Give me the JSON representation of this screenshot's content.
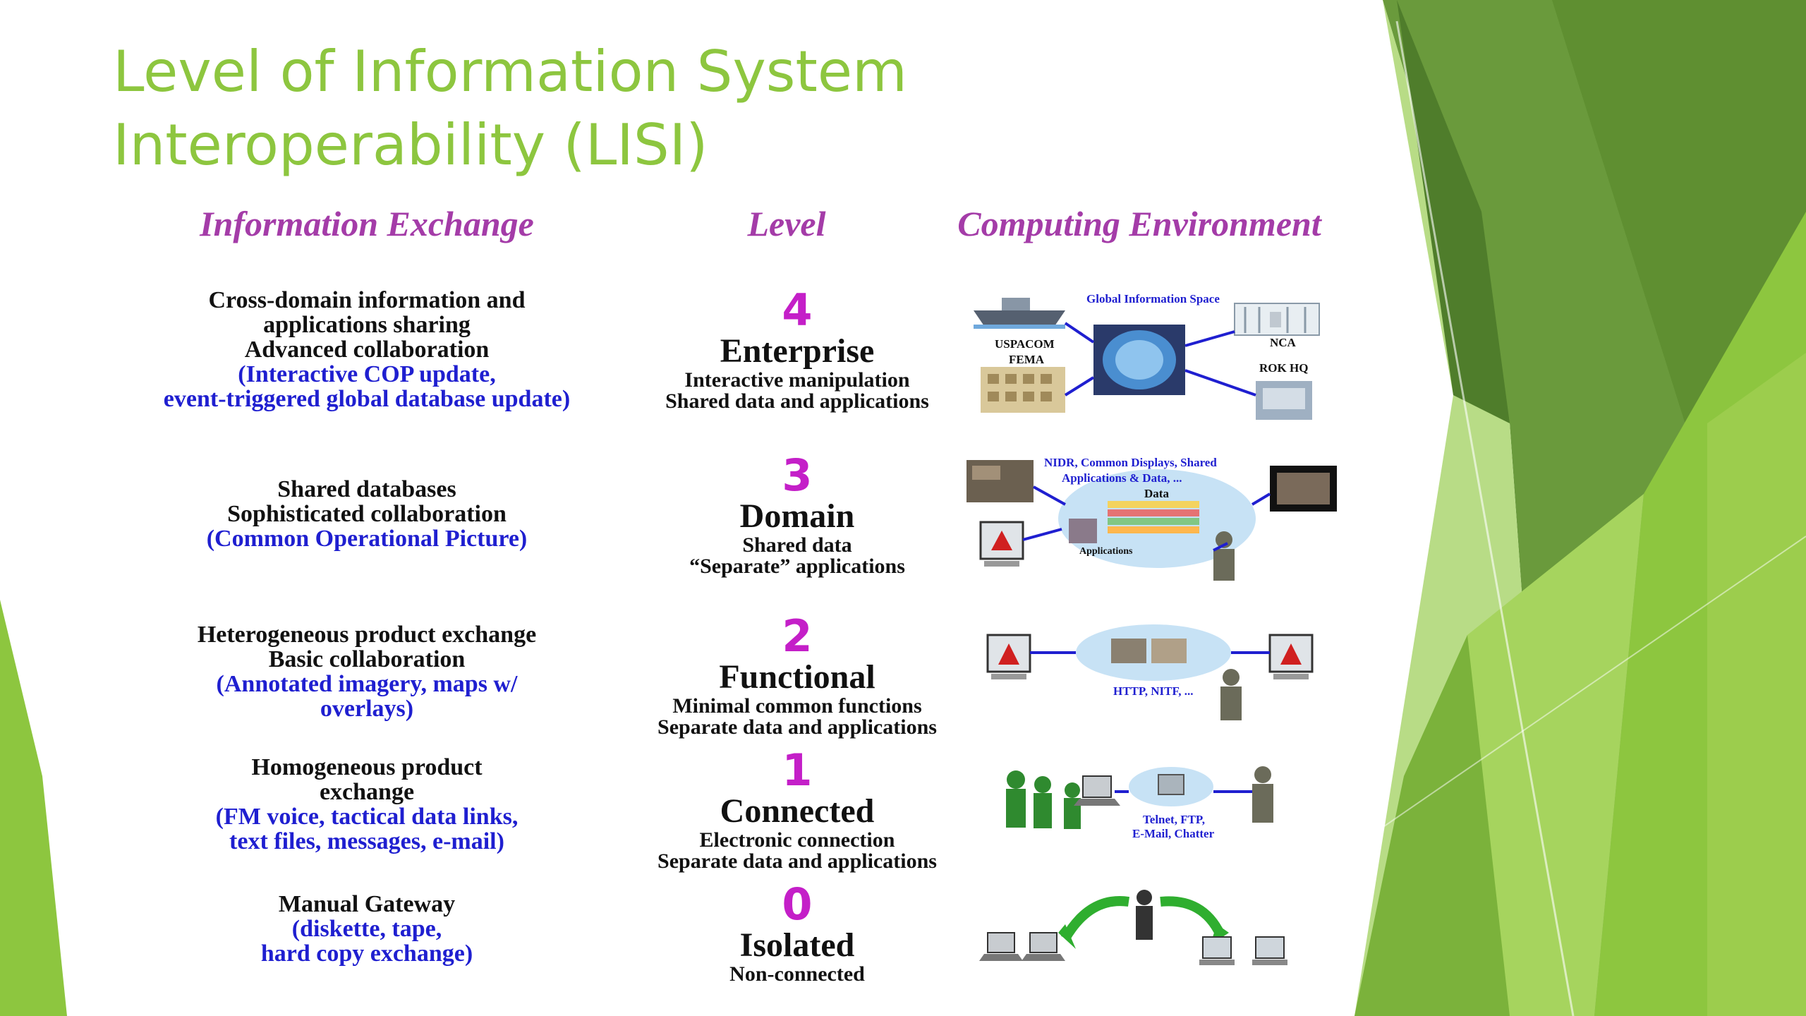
{
  "slide": {
    "title_line1": "Level of Information System",
    "title_line2": "Interoperability (LISI)"
  },
  "headers": {
    "info_exchange": "Information Exchange",
    "level": "Level",
    "computing_env": "Computing Environment"
  },
  "rows": [
    {
      "info_black": [
        "Cross-domain information and",
        "applications sharing",
        "Advanced collaboration"
      ],
      "info_blue": [
        "(Interactive COP update,",
        "event-triggered global database update)"
      ],
      "level_num": "4",
      "level_name": "Enterprise",
      "level_desc": [
        "Interactive manipulation",
        "Shared data and applications"
      ],
      "env_labels": [
        "Global Information Space",
        "USPACOM",
        "FEMA",
        "NCA",
        "ROK HQ"
      ]
    },
    {
      "info_black": [
        "Shared databases",
        "Sophisticated collaboration"
      ],
      "info_blue": [
        "(Common Operational Picture)"
      ],
      "level_num": "3",
      "level_name": "Domain",
      "level_desc": [
        "Shared data",
        "“Separate” applications"
      ],
      "env_labels": [
        "NIDR, Common Displays, Shared",
        "Applications & Data, ...",
        "Data",
        "Applications"
      ]
    },
    {
      "info_black": [
        "Heterogeneous product exchange",
        "Basic collaboration"
      ],
      "info_blue": [
        "(Annotated imagery, maps w/",
        "overlays)"
      ],
      "level_num": "2",
      "level_name": "Functional",
      "level_desc": [
        "Minimal common functions",
        "Separate data and applications"
      ],
      "env_labels": [
        "HTTP, NITF, ..."
      ]
    },
    {
      "info_black": [
        "Homogeneous product",
        "exchange"
      ],
      "info_blue": [
        "(FM voice, tactical data links,",
        "text files, messages, e-mail)"
      ],
      "level_num": "1",
      "level_name": "Connected",
      "level_desc": [
        "Electronic connection",
        "Separate data and applications"
      ],
      "env_labels": [
        "Telnet, FTP,",
        "E-Mail, Chatter"
      ]
    },
    {
      "info_black": [
        "Manual Gateway"
      ],
      "info_blue": [
        "(diskette, tape,",
        "hard copy exchange)"
      ],
      "level_num": "0",
      "level_name": "Isolated",
      "level_desc": [
        "Non-connected"
      ],
      "env_labels": []
    }
  ],
  "colors": {
    "title_green": "#8dc63f",
    "header_purple": "#a43ca8",
    "level_magenta": "#c41fc8",
    "text_blue": "#1f1fd0",
    "deco_dark_green": "#5a8f2e",
    "deco_light_green": "#8dc63f"
  },
  "icons": [
    "ship-icon",
    "building-icon",
    "globe-icon",
    "white-house-icon",
    "computer-icon",
    "soldier-icon",
    "satellite-image-icon",
    "cloud-network-icon",
    "laptop-icon",
    "arrow-icon"
  ]
}
